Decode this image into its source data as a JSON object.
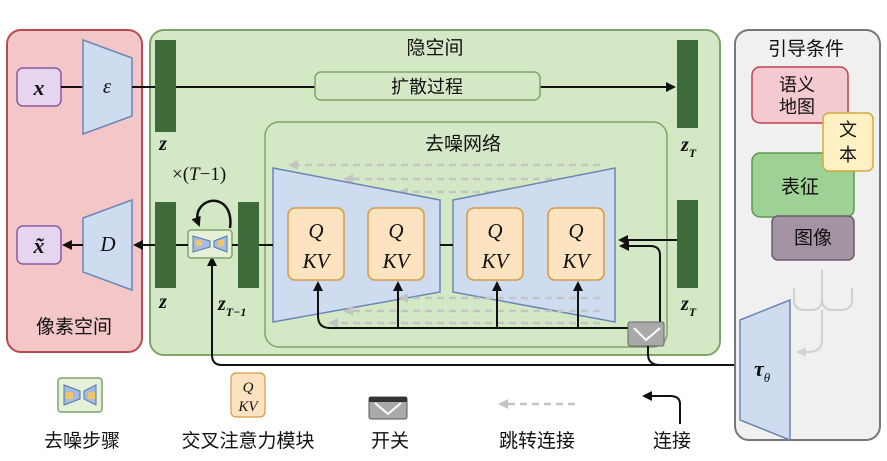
{
  "pixel_space": {
    "title": "像素空间",
    "input_symbol": "x",
    "output_symbol": "x̃",
    "encoder_symbol": "ε",
    "decoder_symbol": "D"
  },
  "latent_space": {
    "title": "隐空间",
    "diffusion_label": "扩散过程",
    "z_label": "z",
    "zT_label": "z",
    "zT_sub": "T",
    "zT1_label": "z",
    "zT1_sub": "T−1",
    "repeat_prefix": "×(",
    "repeat_var": "T",
    "repeat_suffix": "−1)"
  },
  "denoising_net": {
    "title": "去噪网络",
    "attn_blocks": [
      {
        "q": "Q",
        "kv": "KV"
      },
      {
        "q": "Q",
        "kv": "KV"
      },
      {
        "q": "Q",
        "kv": "KV"
      },
      {
        "q": "Q",
        "kv": "KV"
      }
    ]
  },
  "conditioning": {
    "title": "引导条件",
    "items": [
      "语义\n地图",
      "文本",
      "表征",
      "图像"
    ],
    "semantic_map_line1": "语义",
    "semantic_map_line2": "地图",
    "text_line1": "文",
    "text_line2": "本",
    "representation": "表征",
    "image": "图像",
    "tau": "τ",
    "tau_sub": "θ"
  },
  "legend": {
    "denoise_step": "去噪步骤",
    "cross_attention": "交叉注意力模块",
    "cross_q": "Q",
    "cross_kv": "KV",
    "switch": "开关",
    "skip_connection": "跳转连接",
    "connection": "连接"
  },
  "colors": {
    "pixel_bg": "#f3c6c8",
    "pixel_border": "#b54a52",
    "latent_bg": "#d5e8c6",
    "latent_border": "#7fa46a",
    "unet_bg": "#cfdcf0",
    "unet_border": "#6b86b5",
    "attn_bg": "#fde3c0",
    "attn_border": "#d79a45",
    "bar": "#3e6b3a",
    "semantic_bg": "#f4c9cf",
    "semantic_border": "#c2434f",
    "repr_bg": "#9ed294",
    "image_bg": "#a393a3",
    "text_bg": "#fff1c4",
    "cond_bg": "#f0f0f0"
  }
}
